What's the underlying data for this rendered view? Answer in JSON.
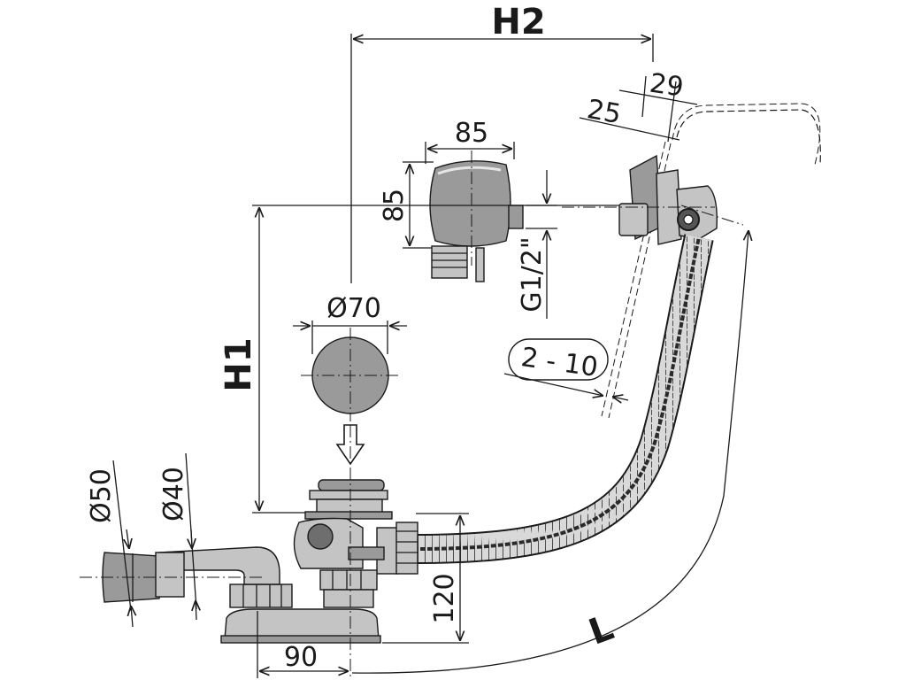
{
  "dimensions": {
    "h2": "H2",
    "h1": "H1",
    "l": "L",
    "d29": "29",
    "d25": "25",
    "d85_top": "85",
    "d85_side": "85",
    "g12": "G1/2\"",
    "d70": "Ø70",
    "d210": "2 - 10",
    "d50": "Ø50",
    "d40": "Ø40",
    "d120": "120",
    "d90": "90"
  }
}
